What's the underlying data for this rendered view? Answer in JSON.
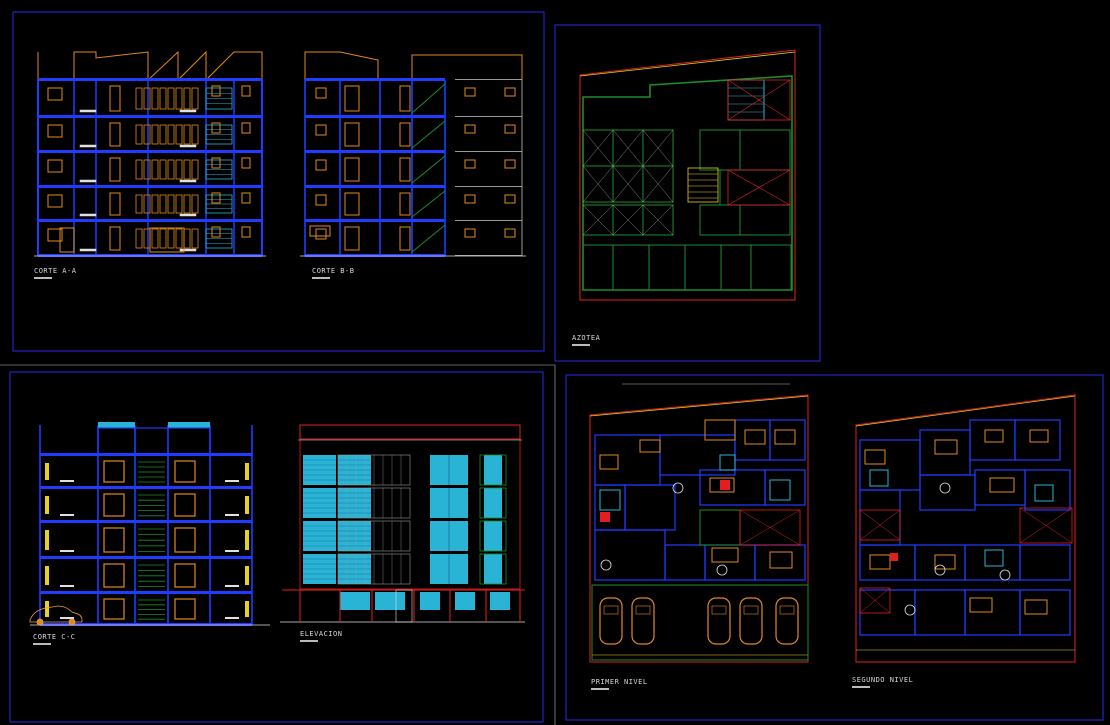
{
  "app": {
    "background": "#000000"
  },
  "colors": {
    "frame": "#2323c8",
    "wall": "#1f3cff",
    "wood": "#e08a1e",
    "bath": "#29b4d6",
    "green": "#1e8c2c",
    "red": "#e02020",
    "yellow": "#e6d21e",
    "white": "#e0e0e0",
    "grey": "#9a9a9a"
  },
  "sheets": [
    {
      "id": "cortes",
      "views": [
        "CORTE A-A",
        "CORTE B-B"
      ]
    },
    {
      "id": "azotea",
      "views": [
        "AZOTEA"
      ]
    },
    {
      "id": "corte-elev",
      "views": [
        "CORTE C-C",
        "ELEVACION"
      ]
    },
    {
      "id": "plantas",
      "views": [
        "PRIMER NIVEL",
        "SEGUNDO NIVEL"
      ]
    }
  ],
  "labels": {
    "corte_aa": "CORTE A-A",
    "corte_bb": "CORTE B-B",
    "azotea": "AZOTEA",
    "corte_cc": "CORTE C-C",
    "elevacion": "ELEVACION",
    "primer_nivel": "PRIMER NIVEL",
    "segundo_nivel": "SEGUNDO NIVEL"
  }
}
